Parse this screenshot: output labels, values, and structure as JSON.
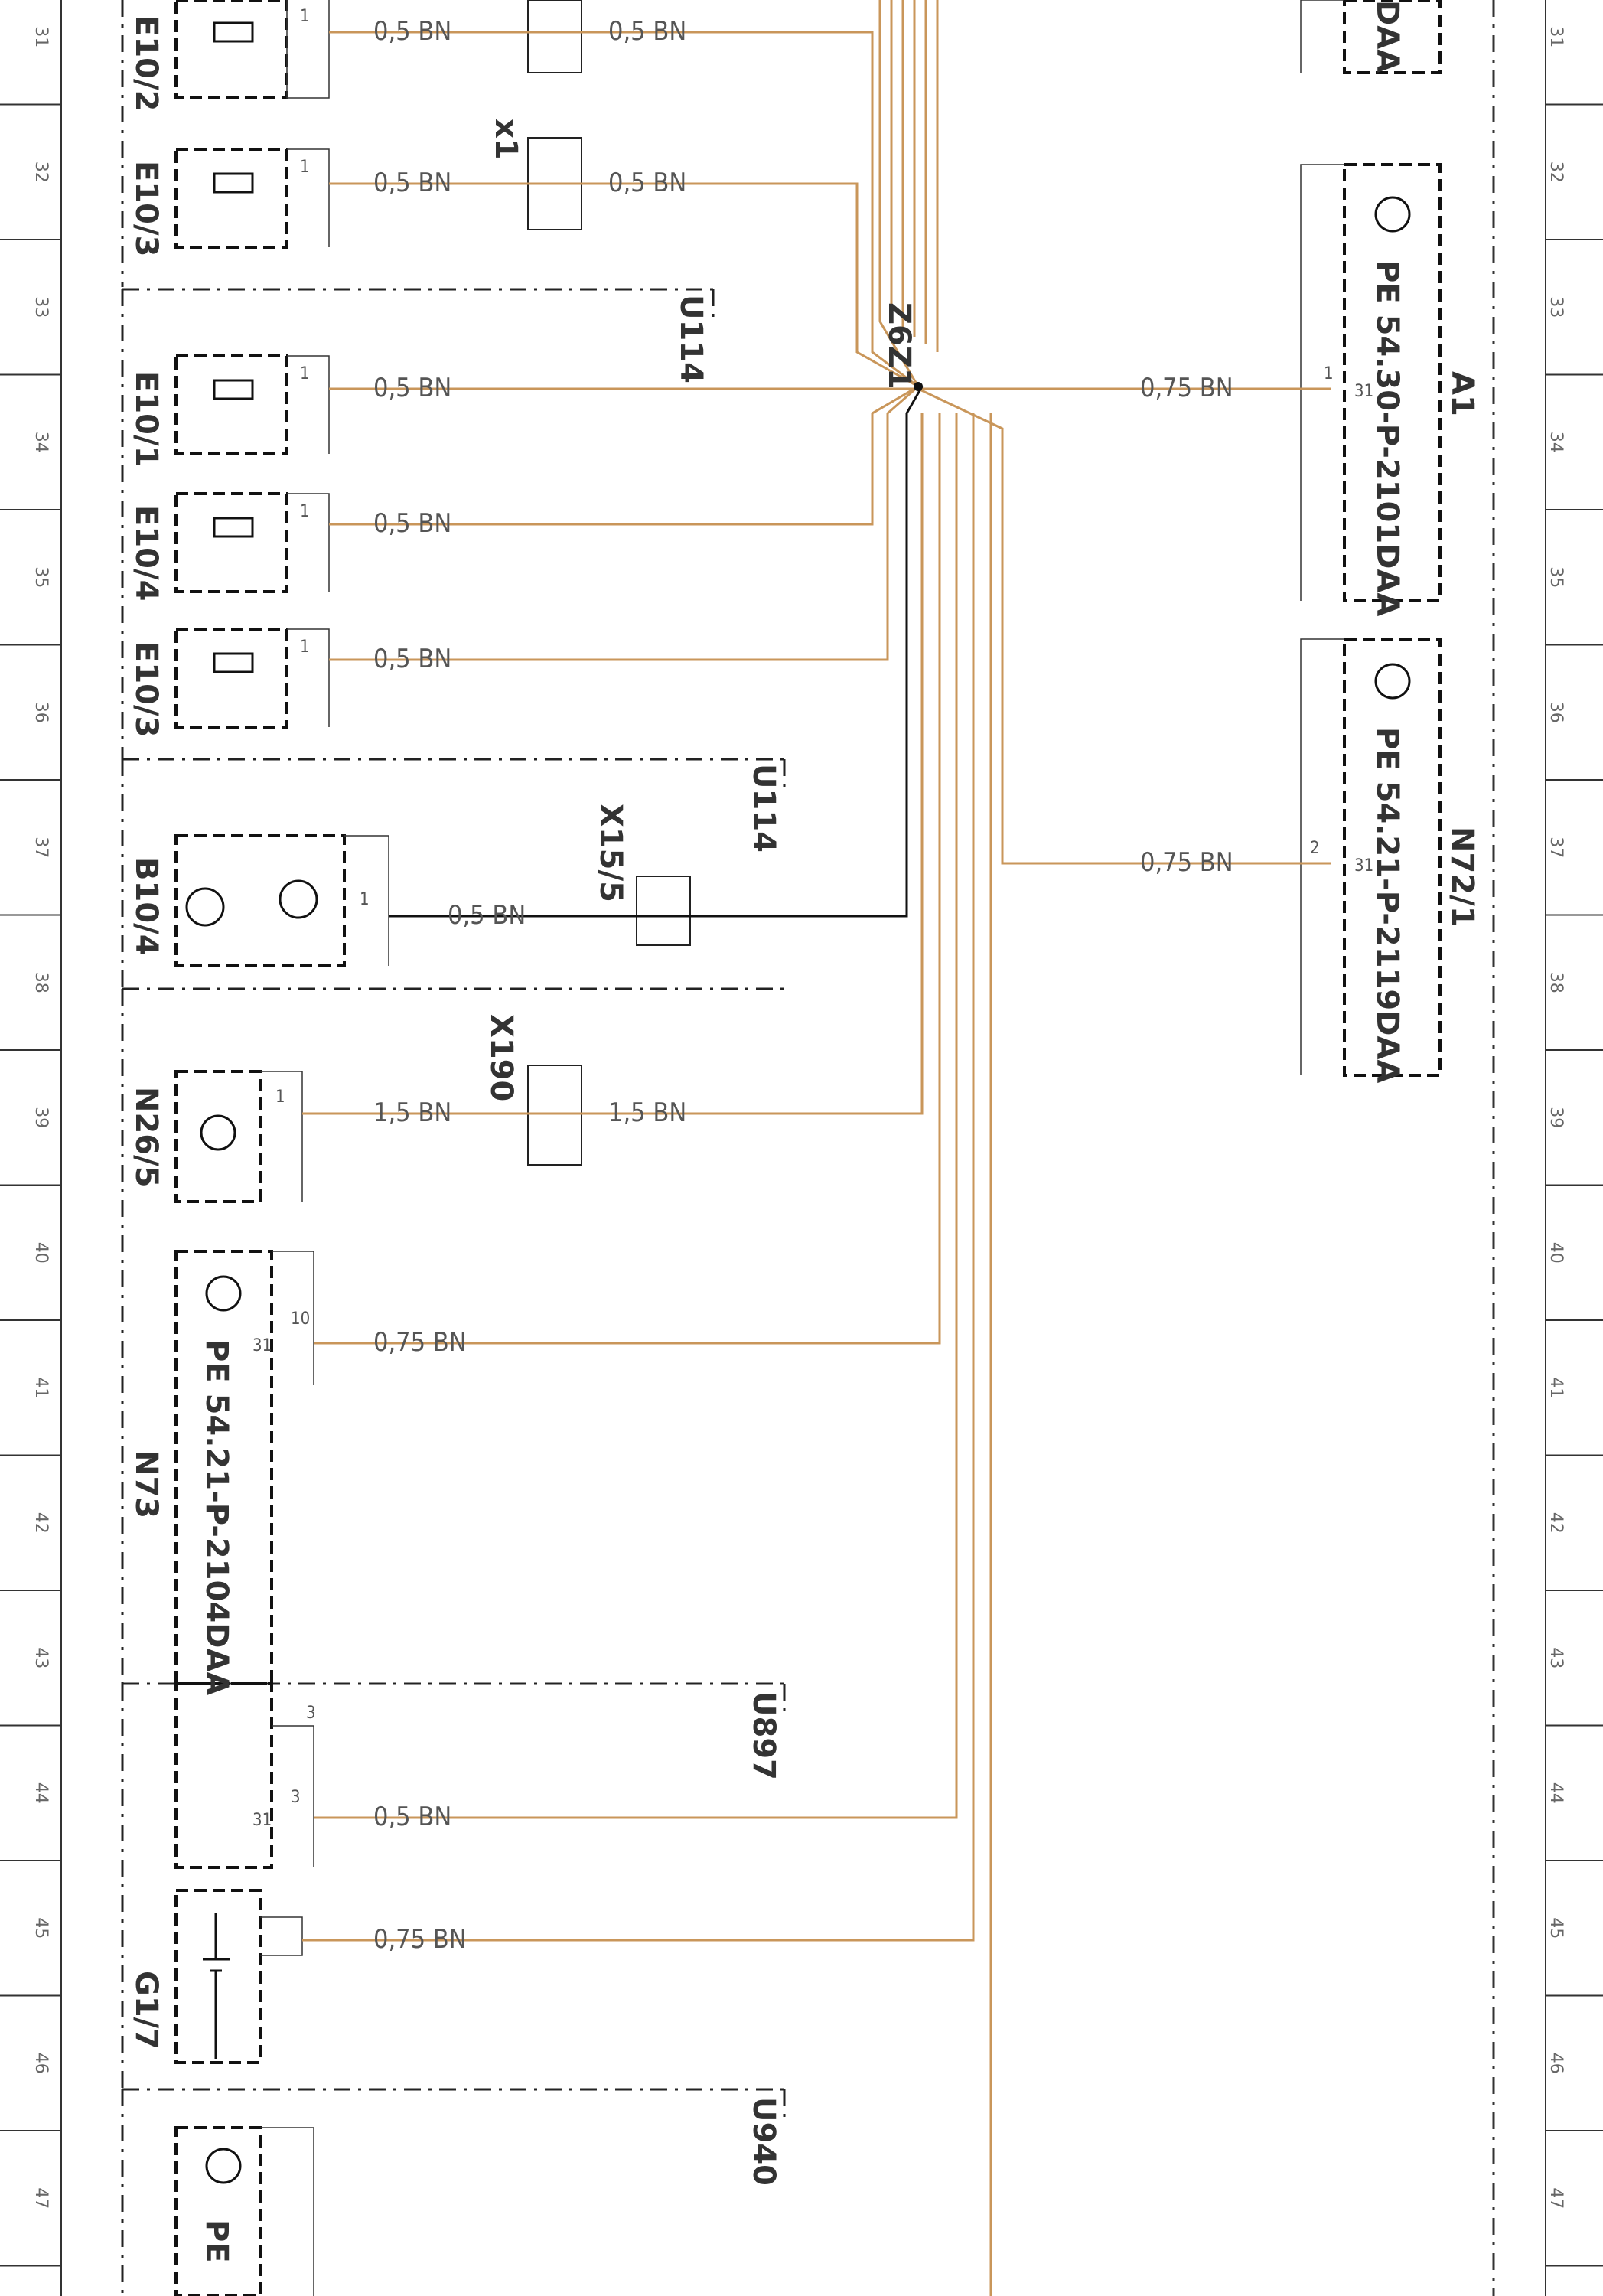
{
  "ruler_numbers": [
    "31",
    "32",
    "33",
    "34",
    "35",
    "36",
    "37",
    "38",
    "39",
    "40",
    "41",
    "42",
    "43",
    "44",
    "45",
    "46",
    "47"
  ],
  "splice": "Z6Z1",
  "components": {
    "e10_2": "E10/2",
    "e10_3a": "E10/3",
    "e10_1": "E10/1",
    "e10_4": "E10/4",
    "e10_3b": "E10/3",
    "b10_4": "B10/4",
    "n26_5": "N26/5",
    "n73": "N73",
    "g1_7": "G1/7",
    "a1": "A1",
    "n72_1": "N72/1"
  },
  "connectors": {
    "x1": "x1",
    "x15_5": "X15/5",
    "x190": "X190"
  },
  "groups": {
    "u114a": "U114",
    "u114b": "U114",
    "u897": "U897",
    "u940": "U940"
  },
  "wires": {
    "w31a": "0,5 BN",
    "w31b": "0,5 BN",
    "w32a": "0,5 BN",
    "w32b": "0,5 BN",
    "w33": "0,5 BN",
    "w35": "0,5 BN",
    "w36": "0,5 BN",
    "w37": "0,5 BN",
    "w39a": "1,5 BN",
    "w39b": "1,5 BN",
    "w41": "0,75 BN",
    "w44": "0,5 BN",
    "w45": "0,75 BN",
    "wA1": "0,75 BN",
    "wN72": "0,75 BN"
  },
  "refs": {
    "a1_doc": "PE 54.30-P-2101DAA",
    "n72_doc": "PE 54.21-P-2119DAA",
    "n73_doc": "PE 54.21-P-2104DAA",
    "u940_doc": "PE",
    "top_partial": "DAA"
  },
  "pins": {
    "p1": "1",
    "p2": "2",
    "p3": "3",
    "p10": "10",
    "p31": "31"
  },
  "colors": {
    "wire_bn": "#c9965a",
    "ink": "#1a1a1a",
    "frame": "#333333"
  }
}
